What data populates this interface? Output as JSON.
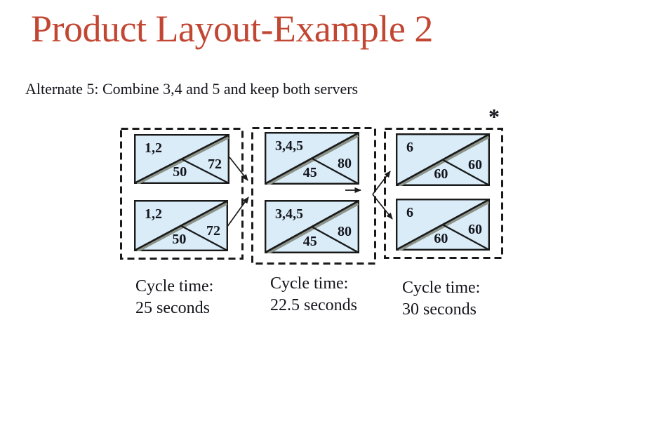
{
  "slide": {
    "title": "Product Layout-Example 2",
    "subtitle": "Alternate 5: Combine 3,4 and 5 and keep both servers",
    "footnote_marker": "*"
  },
  "colors": {
    "title_red": "#c24733",
    "box_fill": "#d9ecf8",
    "box_stroke": "#1a1a1a",
    "diagonal_shadow": "#8c9489",
    "text": "#14141c"
  },
  "diagram": {
    "groups": [
      {
        "boxes": [
          {
            "station": "1,2",
            "time_right": "72",
            "time_bottom": "50"
          },
          {
            "station": "1,2",
            "time_right": "72",
            "time_bottom": "50"
          }
        ],
        "cycle_time": [
          "Cycle time:",
          "25 seconds"
        ]
      },
      {
        "boxes": [
          {
            "station": "3,4,5",
            "time_right": "80",
            "time_bottom": "45"
          },
          {
            "station": "3,4,5",
            "time_right": "80",
            "time_bottom": "45"
          }
        ],
        "cycle_time": [
          "Cycle time:",
          "22.5 seconds"
        ]
      },
      {
        "boxes": [
          {
            "station": "6",
            "time_right": "60",
            "time_bottom": "60"
          },
          {
            "station": "6",
            "time_right": "60",
            "time_bottom": "60"
          }
        ],
        "cycle_time": [
          "Cycle time:",
          "30 seconds"
        ]
      }
    ]
  }
}
